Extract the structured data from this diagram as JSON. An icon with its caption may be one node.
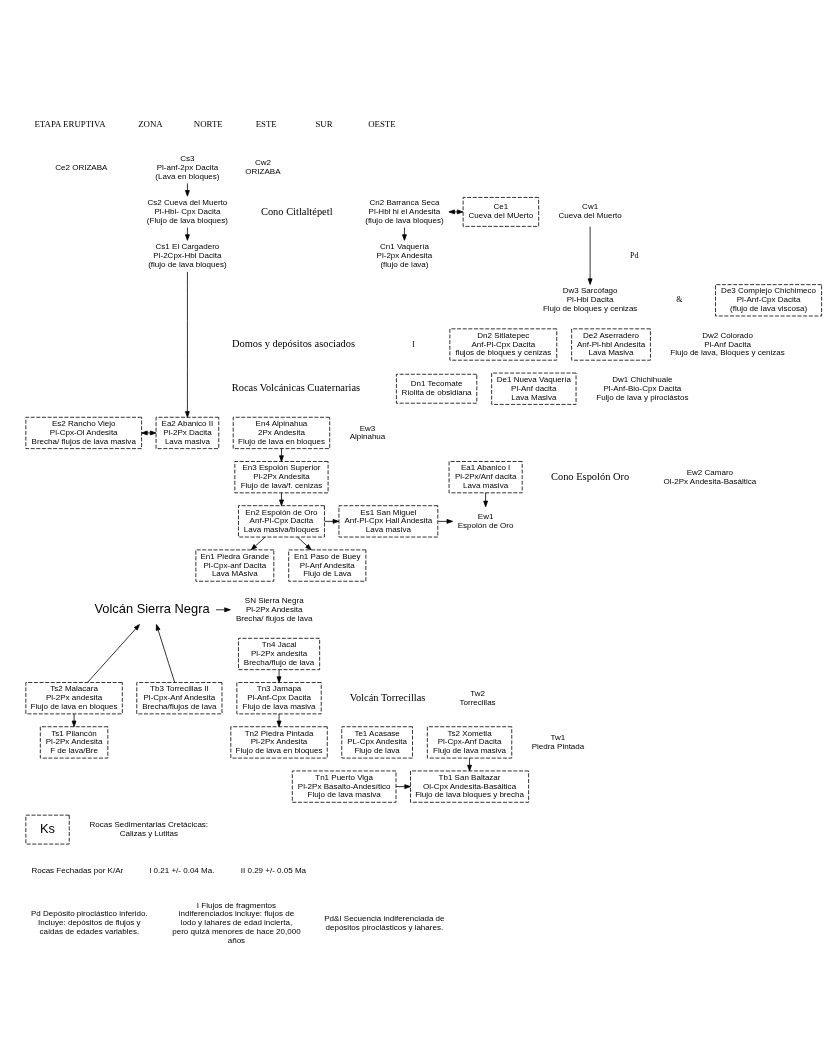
{
  "diagram": {
    "nodes": [
      {
        "text": [
          "Ce2 ORIZABA"
        ]
      },
      {
        "text": [
          "Cs3",
          "Pl-anf-2px Dacita",
          "(Lava en bloques)"
        ]
      },
      {
        "text": [
          "Cw2",
          "ORIZABA"
        ]
      },
      {
        "text": [
          "Cn2 Barranca Seca",
          "Pl-Hbl hi el Andesita",
          "(flujo de lava bloques)"
        ]
      },
      {
        "text": [
          "Ce1",
          "Cueva del MUerto"
        ]
      },
      {
        "text": [
          "Cs2 Cueva del Muerto",
          "Pl-Hbl- Cpx Dacita",
          "(Flujo de lava bloques)"
        ]
      },
      {
        "text": [
          "Cw1",
          "Cueva del Muerto"
        ]
      },
      {
        "text": [
          "Cn1 Vaquería",
          "Pl-2px Andesita",
          "(flujo de lava)"
        ]
      },
      {
        "text": [
          "Cs1 El Cargadero",
          "Pl-2Cpx-Hbl Dacita",
          "(flujo de lava bloques)"
        ]
      },
      {
        "text": [
          "Dw3 Sarcófago",
          "Pl-Hbl Dacita",
          "Flujo de bloques y cenizas"
        ]
      },
      {
        "text": [
          "De3 Complejo Chichimeco",
          "Pl-Anf-Cpx Dacita",
          "(flujo de lava viscosa)"
        ]
      },
      {
        "text": [
          "Dn2 Sitlatepec",
          "Anf-Pl-Cpx Dacita",
          "flujos de bloques y cenizas"
        ]
      },
      {
        "text": [
          "De2 Aserradero",
          "Anf-Pl-hbl Andesita",
          "Lava Masiva"
        ]
      },
      {
        "text": [
          "Dw2 Colorado",
          "Pl-Anf Dacita",
          "Flujo de lava, Bloques y cenizas"
        ]
      },
      {
        "text": [
          "Dn1 Tecomate",
          "Riolita de obsidiana"
        ]
      },
      {
        "text": [
          "De1 Nueva Vaquería",
          "Pl-Anf dacita",
          "Lava Masiva"
        ]
      },
      {
        "text": [
          "Dw1 Chichihuale",
          "Pl-Anf-Bio-Cpx Dacita",
          "Fuljo de lava y piroclástos"
        ]
      },
      {
        "text": [
          "En4 Alpinahua",
          "2Px Andesita",
          "Flujo de lava en bloques"
        ]
      },
      {
        "text": [
          "Es2 Rancho Viejo",
          "Pl-Cpx-Ol Andesita",
          "Brecha/ flujos de lava masiva"
        ]
      },
      {
        "text": [
          "Ea2 Abanico II",
          "Pl-2Px Dacita",
          "Lava masiva"
        ]
      },
      {
        "text": [
          "Ew3",
          "Alpinahua"
        ]
      },
      {
        "text": [
          "En3 Espolón Superior",
          "Pl-2Px Andesita",
          "Flujo de lava/f. cenizas"
        ]
      },
      {
        "text": [
          "Ea1 Abanico I",
          "Pl-2Px/Anf dacita",
          "Lava masiva"
        ]
      },
      {
        "text": [
          "Ew2 Camaro",
          "Ol-2Px Andesita-Basáltica"
        ]
      },
      {
        "text": [
          "En2 Espolón de Oro",
          "Anf-Pl-Cpx Dacita",
          "Lava masiva/bloques"
        ]
      },
      {
        "text": [
          "Es1 San Miguel",
          "Anf-Pl-Cpx Hall Andesita",
          "Lava masiva"
        ]
      },
      {
        "text": [
          "Ew1",
          "Espolón de Oro"
        ]
      },
      {
        "text": [
          "En1 Piedra Grande",
          "Pl-Cpx-anf Dacita",
          "Lava MAsiva"
        ]
      },
      {
        "text": [
          "En1 Paso de Buey",
          "Pl-Anf Andesita",
          "Flujo de Lava"
        ]
      },
      {
        "text": [
          "Volcán Sierra Negra"
        ]
      },
      {
        "text": [
          "SN Sierra Negra",
          "Pl-2Px Andesita",
          "Brecha/ flujos de lava"
        ]
      },
      {
        "text": [
          "Tn4 Jacal",
          "Pl-2Px andesita",
          "Brecha/flujo de lava"
        ]
      },
      {
        "text": [
          "Tn3 Jamapa",
          "Pl-Anf-Cpx Dacita",
          "Flujo de lava masiva"
        ]
      },
      {
        "text": [
          "Ts2 Malacara",
          "Pl-2Px andesita",
          "Flujo de lava en bloques"
        ]
      },
      {
        "text": [
          "Tb3 Torrecillas II",
          "Pl-Cpx-Anf Andesita",
          "Brecha/flujos de lava"
        ]
      },
      {
        "text": [
          "Tw2",
          "Torrecillas"
        ]
      },
      {
        "text": [
          "Tn2 Piedra Pintada",
          "Pl-2Px Andesita",
          "Flujo de lava en bloques"
        ]
      },
      {
        "text": [
          "Ts1 Pilancón",
          "Pl-2Px Andesita",
          "F de lava/Bre"
        ]
      },
      {
        "text": [
          "Te1 Acasase",
          "PL-Cpx Andesita",
          "Flujo de lava"
        ]
      },
      {
        "text": [
          "Ts2 Xometla",
          "Pl-Cpx-Anf Dacita",
          "Flujo de lava masiva"
        ]
      },
      {
        "text": [
          "Tw1",
          "Piedra Pintada"
        ]
      },
      {
        "text": [
          "Tn1 Puerto Viga",
          "Pl-2Px Basalto-Andesítico",
          "Flujo de lava masiva"
        ]
      },
      {
        "text": [
          "Tb1 San Baltazar",
          "Ol-Cpx Andesita-Basáltica",
          "Flujo de lava bloques y brecha"
        ]
      },
      {
        "text": [
          "Ks"
        ]
      }
    ],
    "edges": [
      {
        "from": 1,
        "to": 5,
        "arrow": "to"
      },
      {
        "from": 3,
        "to": 4,
        "arrow": "both"
      },
      {
        "from": 5,
        "to": 8,
        "arrow": "to"
      },
      {
        "from": 3,
        "to": 7,
        "arrow": "to"
      },
      {
        "from": 6,
        "to": 9,
        "arrow": "to"
      },
      {
        "from": 8,
        "to": 19,
        "arrow": "to"
      },
      {
        "from": 17,
        "to": 21,
        "arrow": "to"
      },
      {
        "from": 18,
        "to": 19,
        "arrow": "both"
      },
      {
        "from": 21,
        "to": 24,
        "arrow": "to"
      },
      {
        "from": 22,
        "to": 26,
        "arrow": "to"
      },
      {
        "from": 24,
        "to": 25,
        "arrow": "to"
      },
      {
        "from": 25,
        "to": 26,
        "arrow": "to"
      },
      {
        "from": 24,
        "to": 27,
        "arrow": "to"
      },
      {
        "from": 24,
        "to": 28,
        "arrow": "to"
      },
      {
        "from": 29,
        "to": 30,
        "arrow": "to"
      },
      {
        "from": 33,
        "to": 29,
        "arrow": "to"
      },
      {
        "from": 34,
        "to": 29,
        "arrow": "to"
      },
      {
        "from": 31,
        "to": 32,
        "arrow": "to"
      },
      {
        "from": 32,
        "to": 36,
        "arrow": "to"
      },
      {
        "from": 33,
        "to": 37,
        "arrow": "to"
      },
      {
        "from": 39,
        "to": 42,
        "arrow": "to"
      },
      {
        "from": 41,
        "to": 42,
        "arrow": "to"
      }
    ],
    "labels": [
      "ETAPA ERUPTIVA",
      "ZONA",
      "NORTE",
      "ESTE",
      "SUR",
      "OESTE",
      "Cono Citlaltépetl",
      "Pd",
      "&",
      "Domos y depósitos asociados",
      "I",
      "Rocas Volcánicas Cuaternarias",
      "Cono Espolón Oro",
      "Volcán Torrecillas",
      "Rocas Sedimentarias Cretácicas: Calizas y Lutitas",
      "Rocas Fechadas por K/Ar",
      "I 0.21 +/- 0.04 Ma.",
      "II 0.29 +/- 0.05 Ma",
      "Pd Depósito piroclástico inferido. Incluye: depósitos de flujos y caídas de edades variables.",
      "I Flujos de fragmentos indiferenciados incluye: flujos de lodo y lahares de edad incierta, pero quizá menores de hace 20,000 años",
      "Pd&I Secuencia indiferenciada de depósitos piroclásticos y lahares."
    ]
  }
}
